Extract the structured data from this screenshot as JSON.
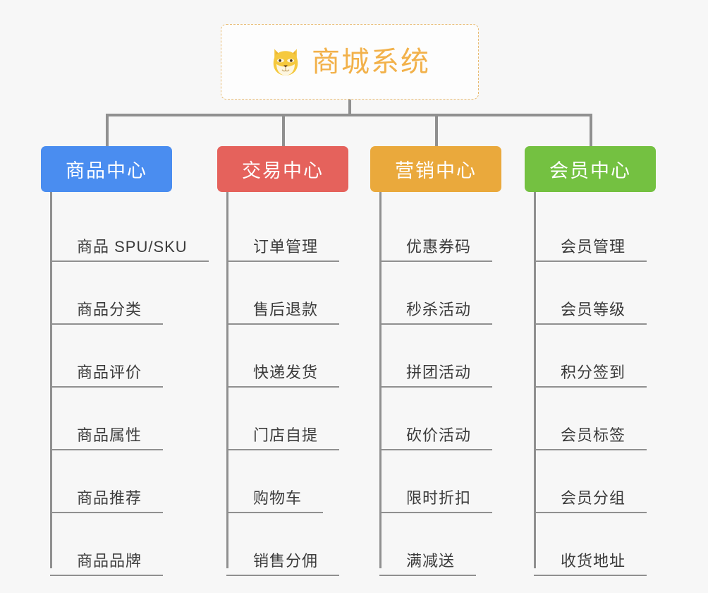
{
  "background_color": "#f7f7f7",
  "root": {
    "icon": "shiba-dog-face-icon",
    "title": "商城系统",
    "title_color": "#f2b14a",
    "border_color": "#e8bb72",
    "background_color": "#fdfdfd"
  },
  "connector_color": "#909090",
  "columns": [
    {
      "id": "product-center",
      "label": "商品中心",
      "color": "#4a8df0",
      "items": [
        "商品 SPU/SKU",
        "商品分类",
        "商品评价",
        "商品属性",
        "商品推荐",
        "商品品牌"
      ]
    },
    {
      "id": "trade-center",
      "label": "交易中心",
      "color": "#e5625c",
      "items": [
        "订单管理",
        "售后退款",
        "快递发货",
        "门店自提",
        "购物车",
        "销售分佣"
      ]
    },
    {
      "id": "marketing-center",
      "label": "营销中心",
      "color": "#eaa93c",
      "items": [
        "优惠券码",
        "秒杀活动",
        "拼团活动",
        "砍价活动",
        "限时折扣",
        "满减送"
      ]
    },
    {
      "id": "member-center",
      "label": "会员中心",
      "color": "#74c141",
      "items": [
        "会员管理",
        "会员等级",
        "积分签到",
        "会员标签",
        "会员分组",
        "收货地址"
      ]
    }
  ]
}
